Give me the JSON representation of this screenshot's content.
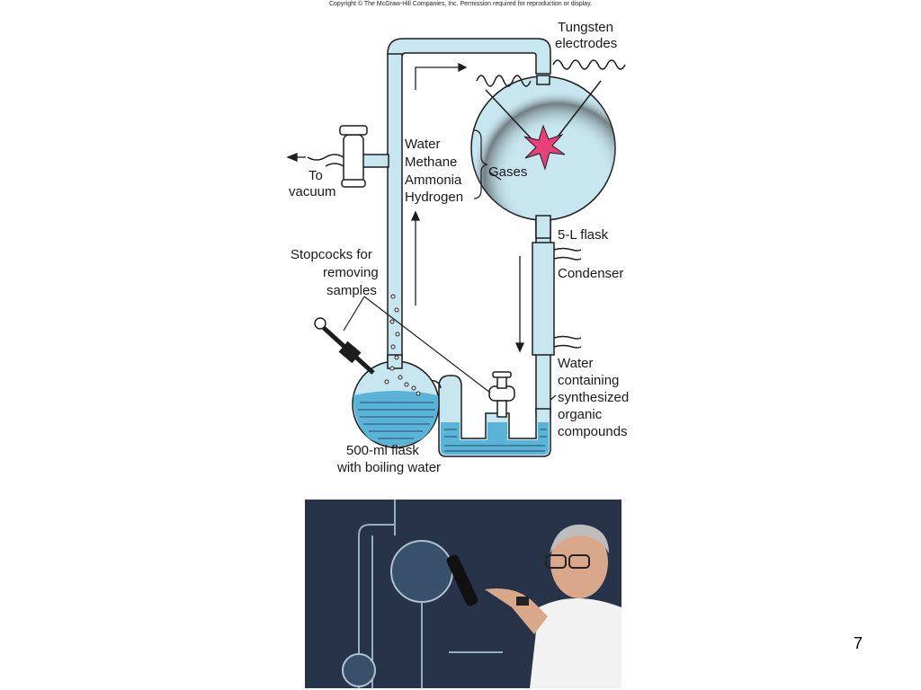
{
  "copyright": "Copyright © The McGraw-Hill Companies, Inc. Permission required for reproduction or display.",
  "labels": {
    "tungsten_1": "Tungsten",
    "tungsten_2": "electrodes",
    "gas_list": [
      "Water",
      "Methane",
      "Ammonia",
      "Hydrogen"
    ],
    "gases": "Gases",
    "to_1": "To",
    "to_2": "vacuum",
    "flask_5l": "5-L flask",
    "condenser": "Condenser",
    "stopcocks_1": "Stopcocks for",
    "stopcocks_2": "removing",
    "stopcocks_3": "samples",
    "water_lines": [
      "Water",
      "containing",
      "synthesized",
      "organic",
      "compounds"
    ],
    "flask_500_1": "500-ml flask",
    "flask_500_2": "with boiling water"
  },
  "slide_number": "7",
  "colors": {
    "glass": "#c8e6f0",
    "water": "#5bb3d8",
    "outline": "#1d1d1d",
    "spark": "#e8417a"
  }
}
